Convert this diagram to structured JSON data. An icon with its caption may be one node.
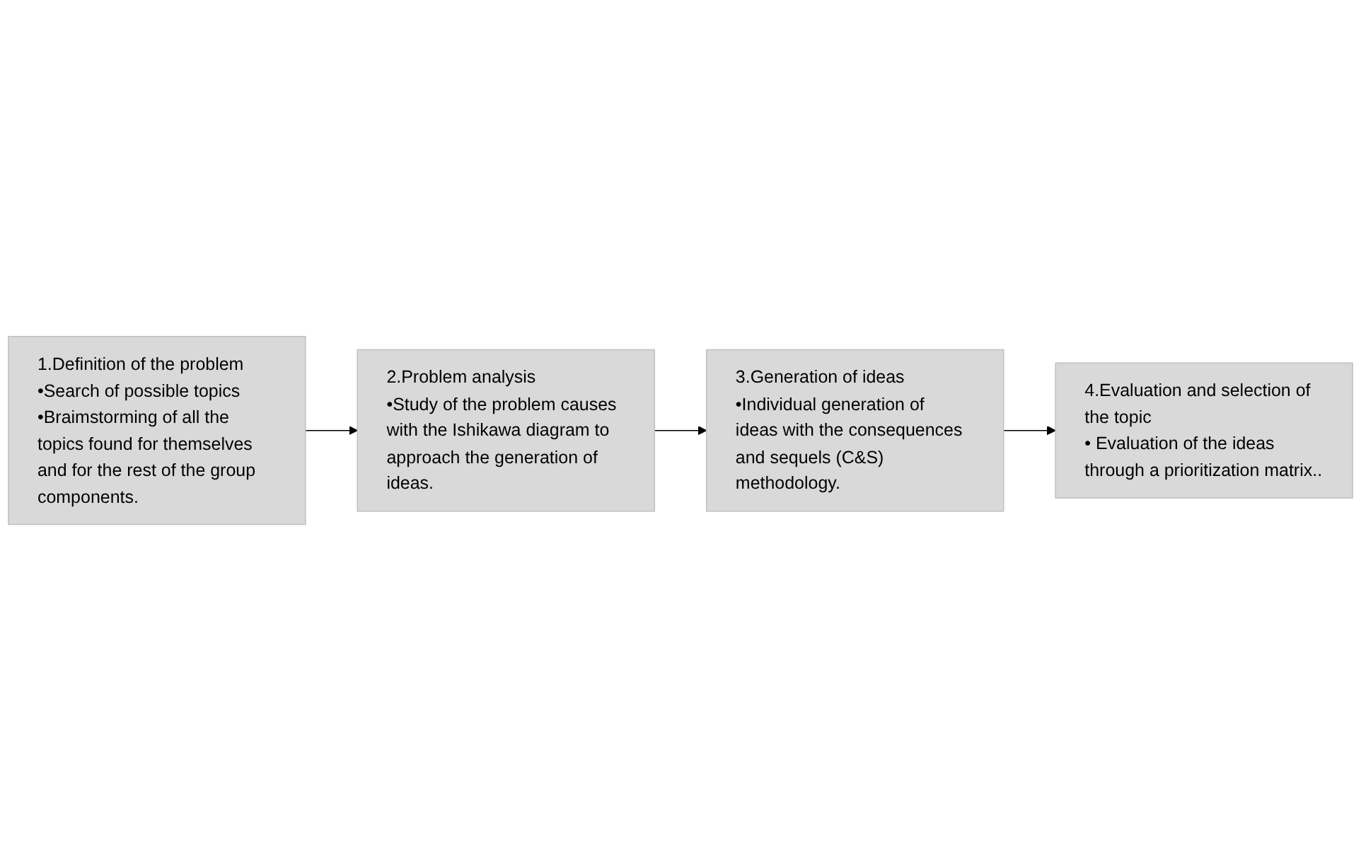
{
  "diagram": {
    "nodes": [
      {
        "text": [
          "1.Definition of the problem",
          "•Search of possible topics",
          "•Braimstorming of all the topics found for themselves and for the rest of the group components."
        ]
      },
      {
        "text": [
          "2.Problem analysis",
          "•Study of the problem causes with the Ishikawa diagram to approach the generation of ideas."
        ]
      },
      {
        "text": [
          "3.Generation of ideas",
          "•Individual generation of ideas with the consequences and sequels (C&S) methodology."
        ]
      },
      {
        "text": [
          "4.Evaluation and selection of the topic",
          "• Evaluation of the ideas through a prioritization matrix.."
        ]
      }
    ],
    "edges": [
      {
        "from": 0,
        "to": 1,
        "arrow": "to"
      },
      {
        "from": 1,
        "to": 2,
        "arrow": "to"
      },
      {
        "from": 2,
        "to": 3,
        "arrow": "to"
      }
    ]
  }
}
